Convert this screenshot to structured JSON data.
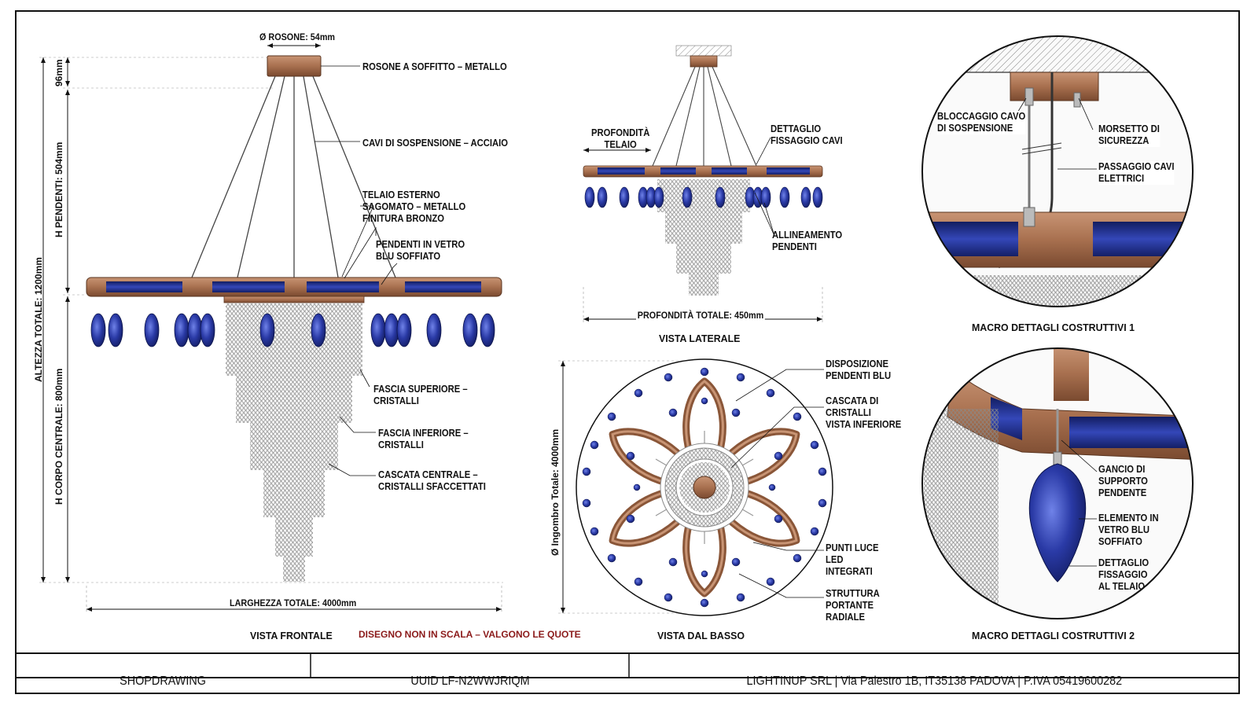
{
  "front_view": {
    "title": "VISTA FRONTALE",
    "note": "DISEGNO NON IN SCALA – VALGONO LE QUOTE",
    "dims": {
      "rosone": "Ø ROSONE: 54mm",
      "rosone_h": "96mm",
      "h_pendenti": "H PENDENTI: 504mm",
      "altezza_totale": "ALTEZZA TOTALE: 1200mm",
      "h_corpo": "H CORPO CENTRALE: 800mm",
      "larghezza": "LARGHEZZA TOTALE: 4000mm"
    },
    "labels": {
      "rosone": "ROSONE A SOFFITTO – METALLO",
      "cavi": "CAVI DI SOSPENSIONE – ACCIAIO",
      "telaio": "TELAIO ESTERNO\nSAGOMATO – METALLO\nFINITURA BRONZO",
      "pendenti": "PENDENTI IN VETRO\nBLU SOFFIATO",
      "fascia_sup": "FASCIA SUPERIORE –\nCRISTALLI",
      "fascia_inf": "FASCIA INFERIORE –\nCRISTALLI",
      "cascata": "CASCATA CENTRALE –\nCRISTALLI SFACCETTATI"
    }
  },
  "side_view": {
    "title": "VISTA LATERALE",
    "dims": {
      "profondita_telaio": "PROFONDITÀ\nTELAIO",
      "profondita_totale": "PROFONDITÀ TOTALE: 450mm"
    },
    "labels": {
      "fissaggio": "DETTAGLIO\nFISSAGGIO CAVI",
      "allineamento": "ALLINEAMENTO\nPENDENTI"
    }
  },
  "bottom_view": {
    "title": "VISTA DAL BASSO",
    "dims": {
      "ingombro": "Ø Ingombro Totale: 4000mm"
    },
    "labels": {
      "disposizione": "DISPOSIZIONE\nPENDENTI BLU",
      "cascata": "CASCATA DI\nCRISTALLI\nVISTA INFERIORE",
      "punti_luce": "PUNTI LUCE\nLED\nINTEGRATI",
      "struttura": "STRUTTURA\nPORTANTE\nRADIALE"
    }
  },
  "detail_1": {
    "title": "MACRO DETTAGLI COSTRUTTIVI 1",
    "labels": {
      "bloccaggio": "BLOCCAGGIO CAVO\nDI SOSPENSIONE",
      "morsetto": "MORSETTO DI\nSICUREZZA",
      "passaggio": "PASSAGGIO CAVI\nELETTRICI"
    }
  },
  "detail_2": {
    "title": "MACRO DETTAGLI COSTRUTTIVI 2",
    "labels": {
      "gancio": "GANCIO DI\nSUPPORTO\nPENDENTE",
      "elemento": "ELEMENTO IN\nVETRO BLU\nSOFFIATO",
      "fissaggio": "DETTAGLIO\nFISSAGGIO\nAL TELAIO"
    }
  },
  "title_block": {
    "type": "SHOPDRAWING",
    "uuid": "UUID LF-N2WWJRIQM",
    "company": "LIGHTINUP SRL | Via Palestro 1B, IT35138 PADOVA | P.IVA 05419600282"
  },
  "colors": {
    "bronze": "#a8704f",
    "bronze_dark": "#7a4a30",
    "blue_glass": "#1f2f8c",
    "crystal": "#9a9a9a"
  }
}
